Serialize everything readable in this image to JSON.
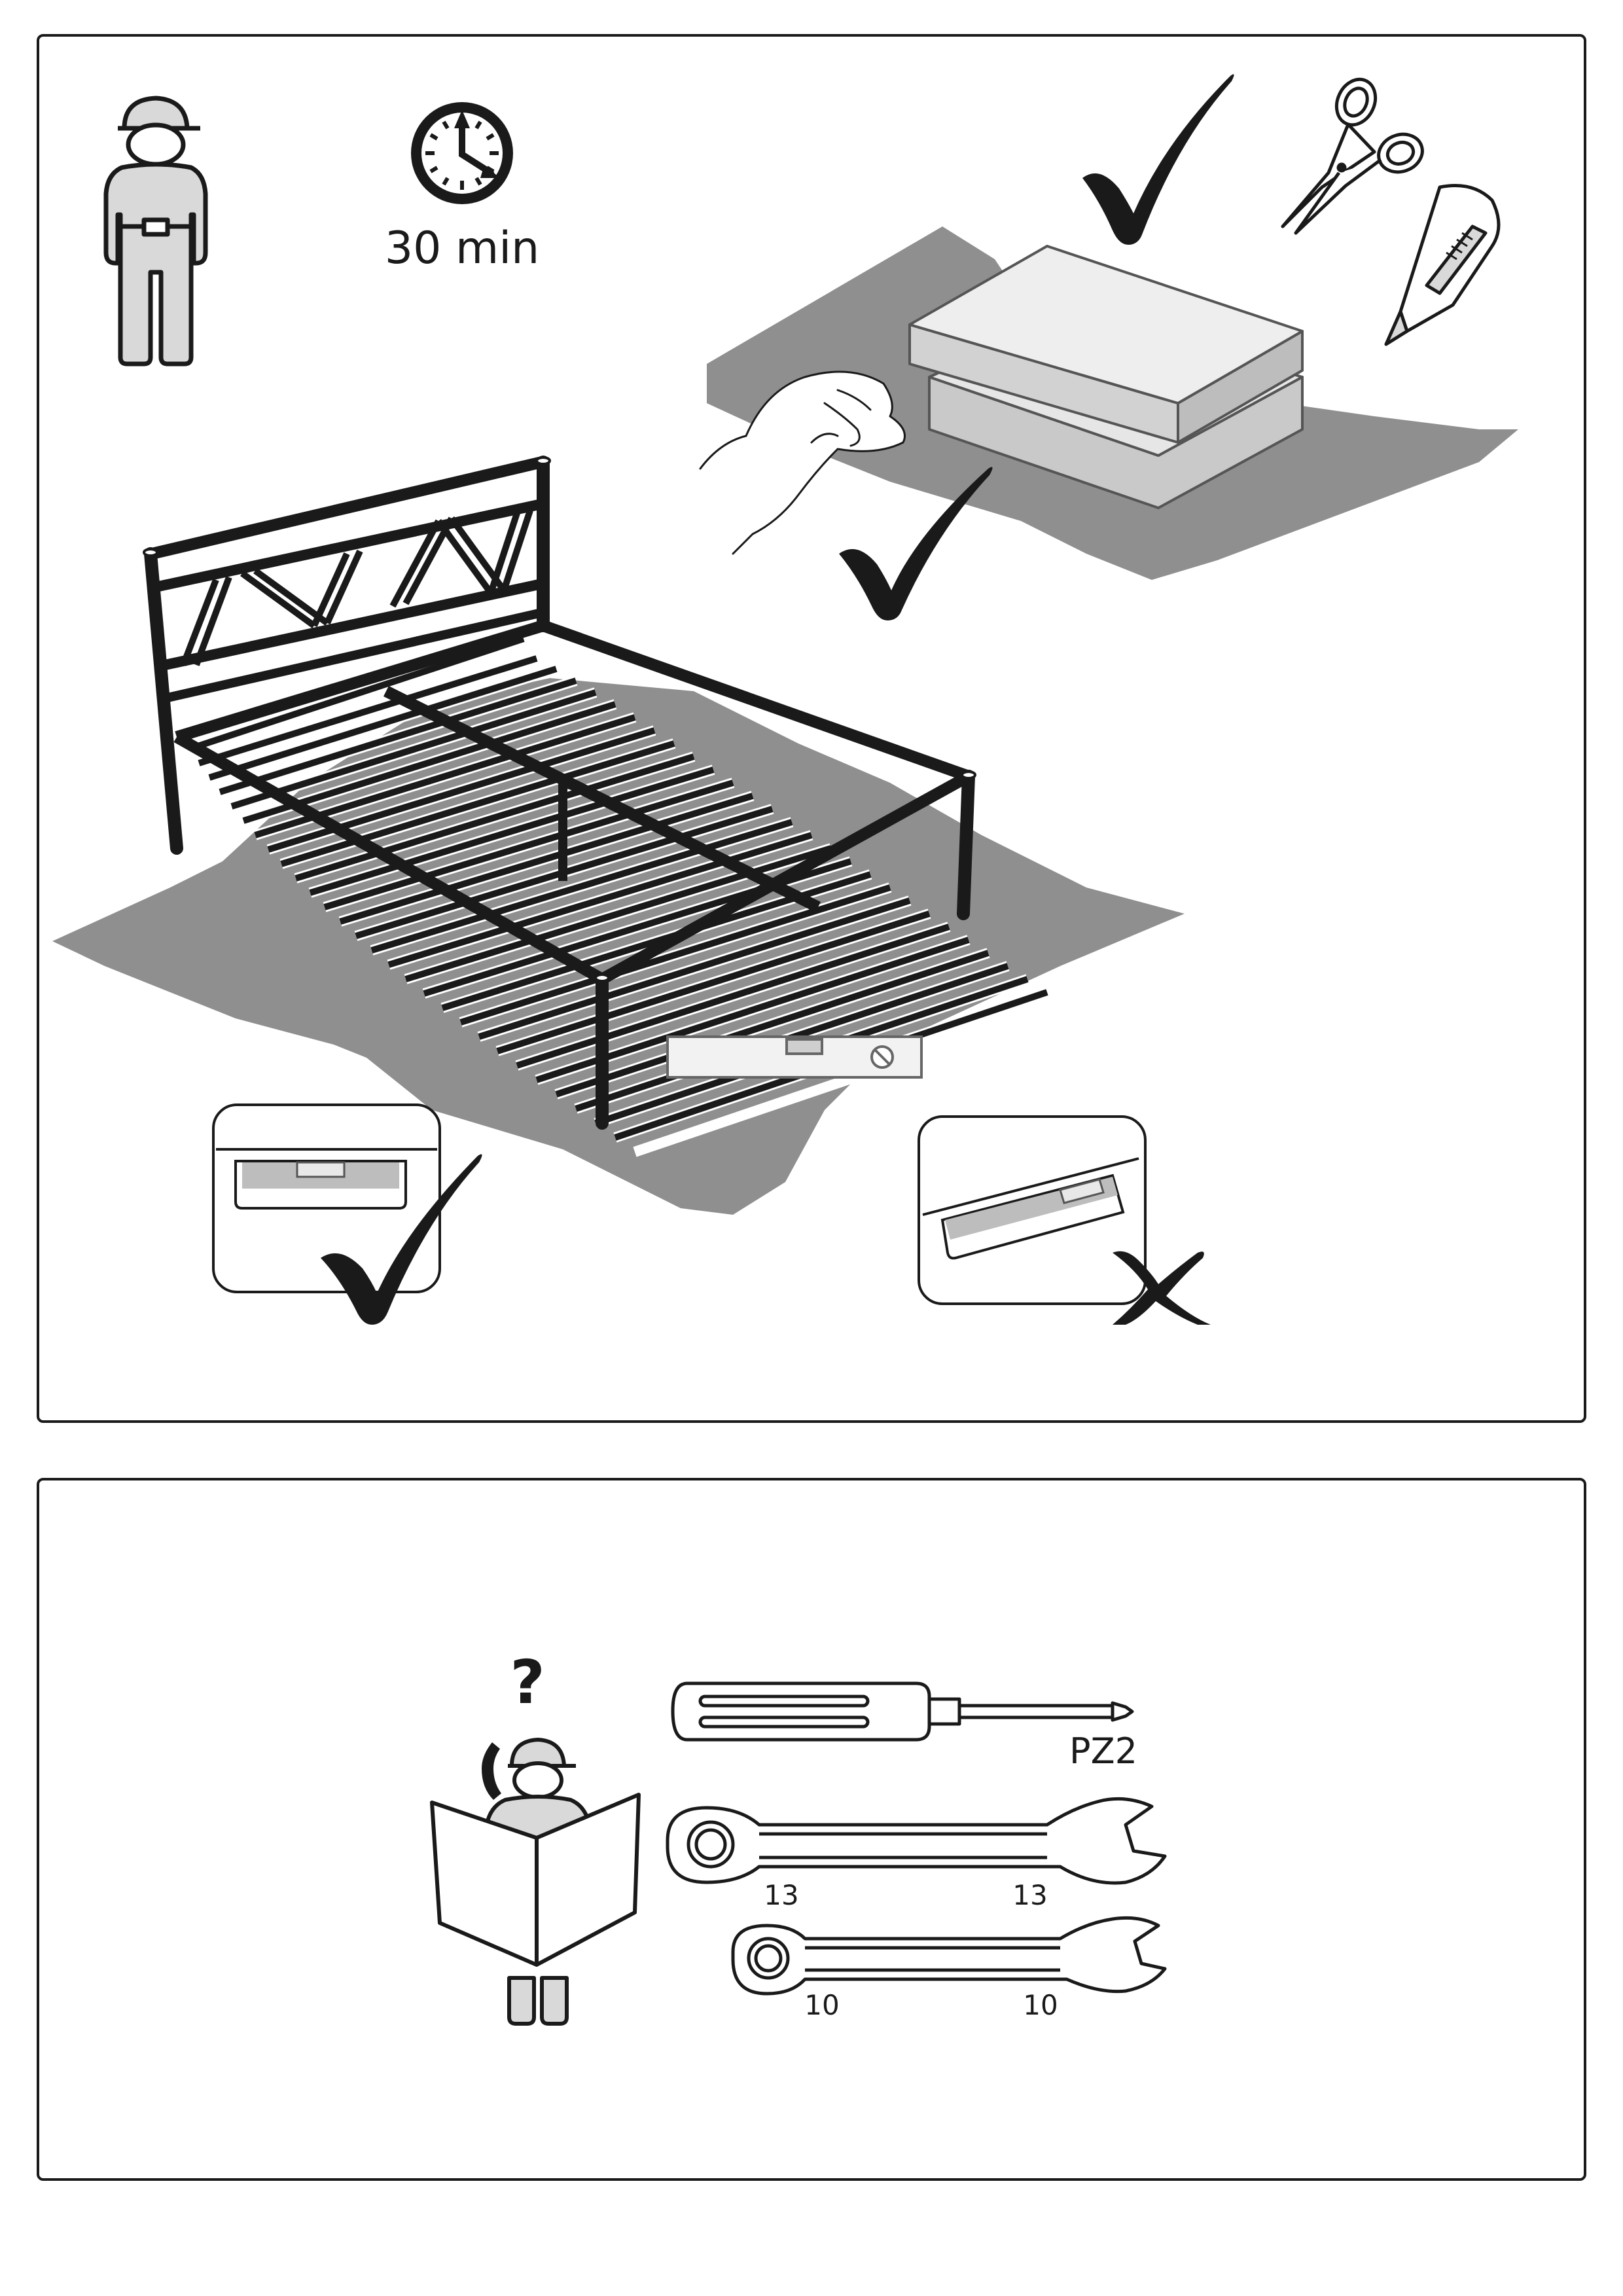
{
  "prep": {
    "duration_label": "30 min",
    "people_count": 1,
    "icons": [
      "worker-icon",
      "clock-icon",
      "scissors-icon",
      "utility-knife-icon",
      "spirit-level-icon",
      "checkmark-icon",
      "cross-icon"
    ]
  },
  "tools": {
    "screwdriver_label": "PZ2",
    "wrench_large": {
      "left": "13",
      "right": "13"
    },
    "wrench_small": {
      "left": "10",
      "right": "10"
    },
    "icons": [
      "screwdriver-icon",
      "combination-wrench-icon",
      "worker-reading-manual-icon",
      "phone-icon",
      "question-mark-icon"
    ]
  },
  "colors": {
    "line": "#1a1a1a",
    "floor": "#8f8f8f",
    "box": "#d8d8d8"
  }
}
